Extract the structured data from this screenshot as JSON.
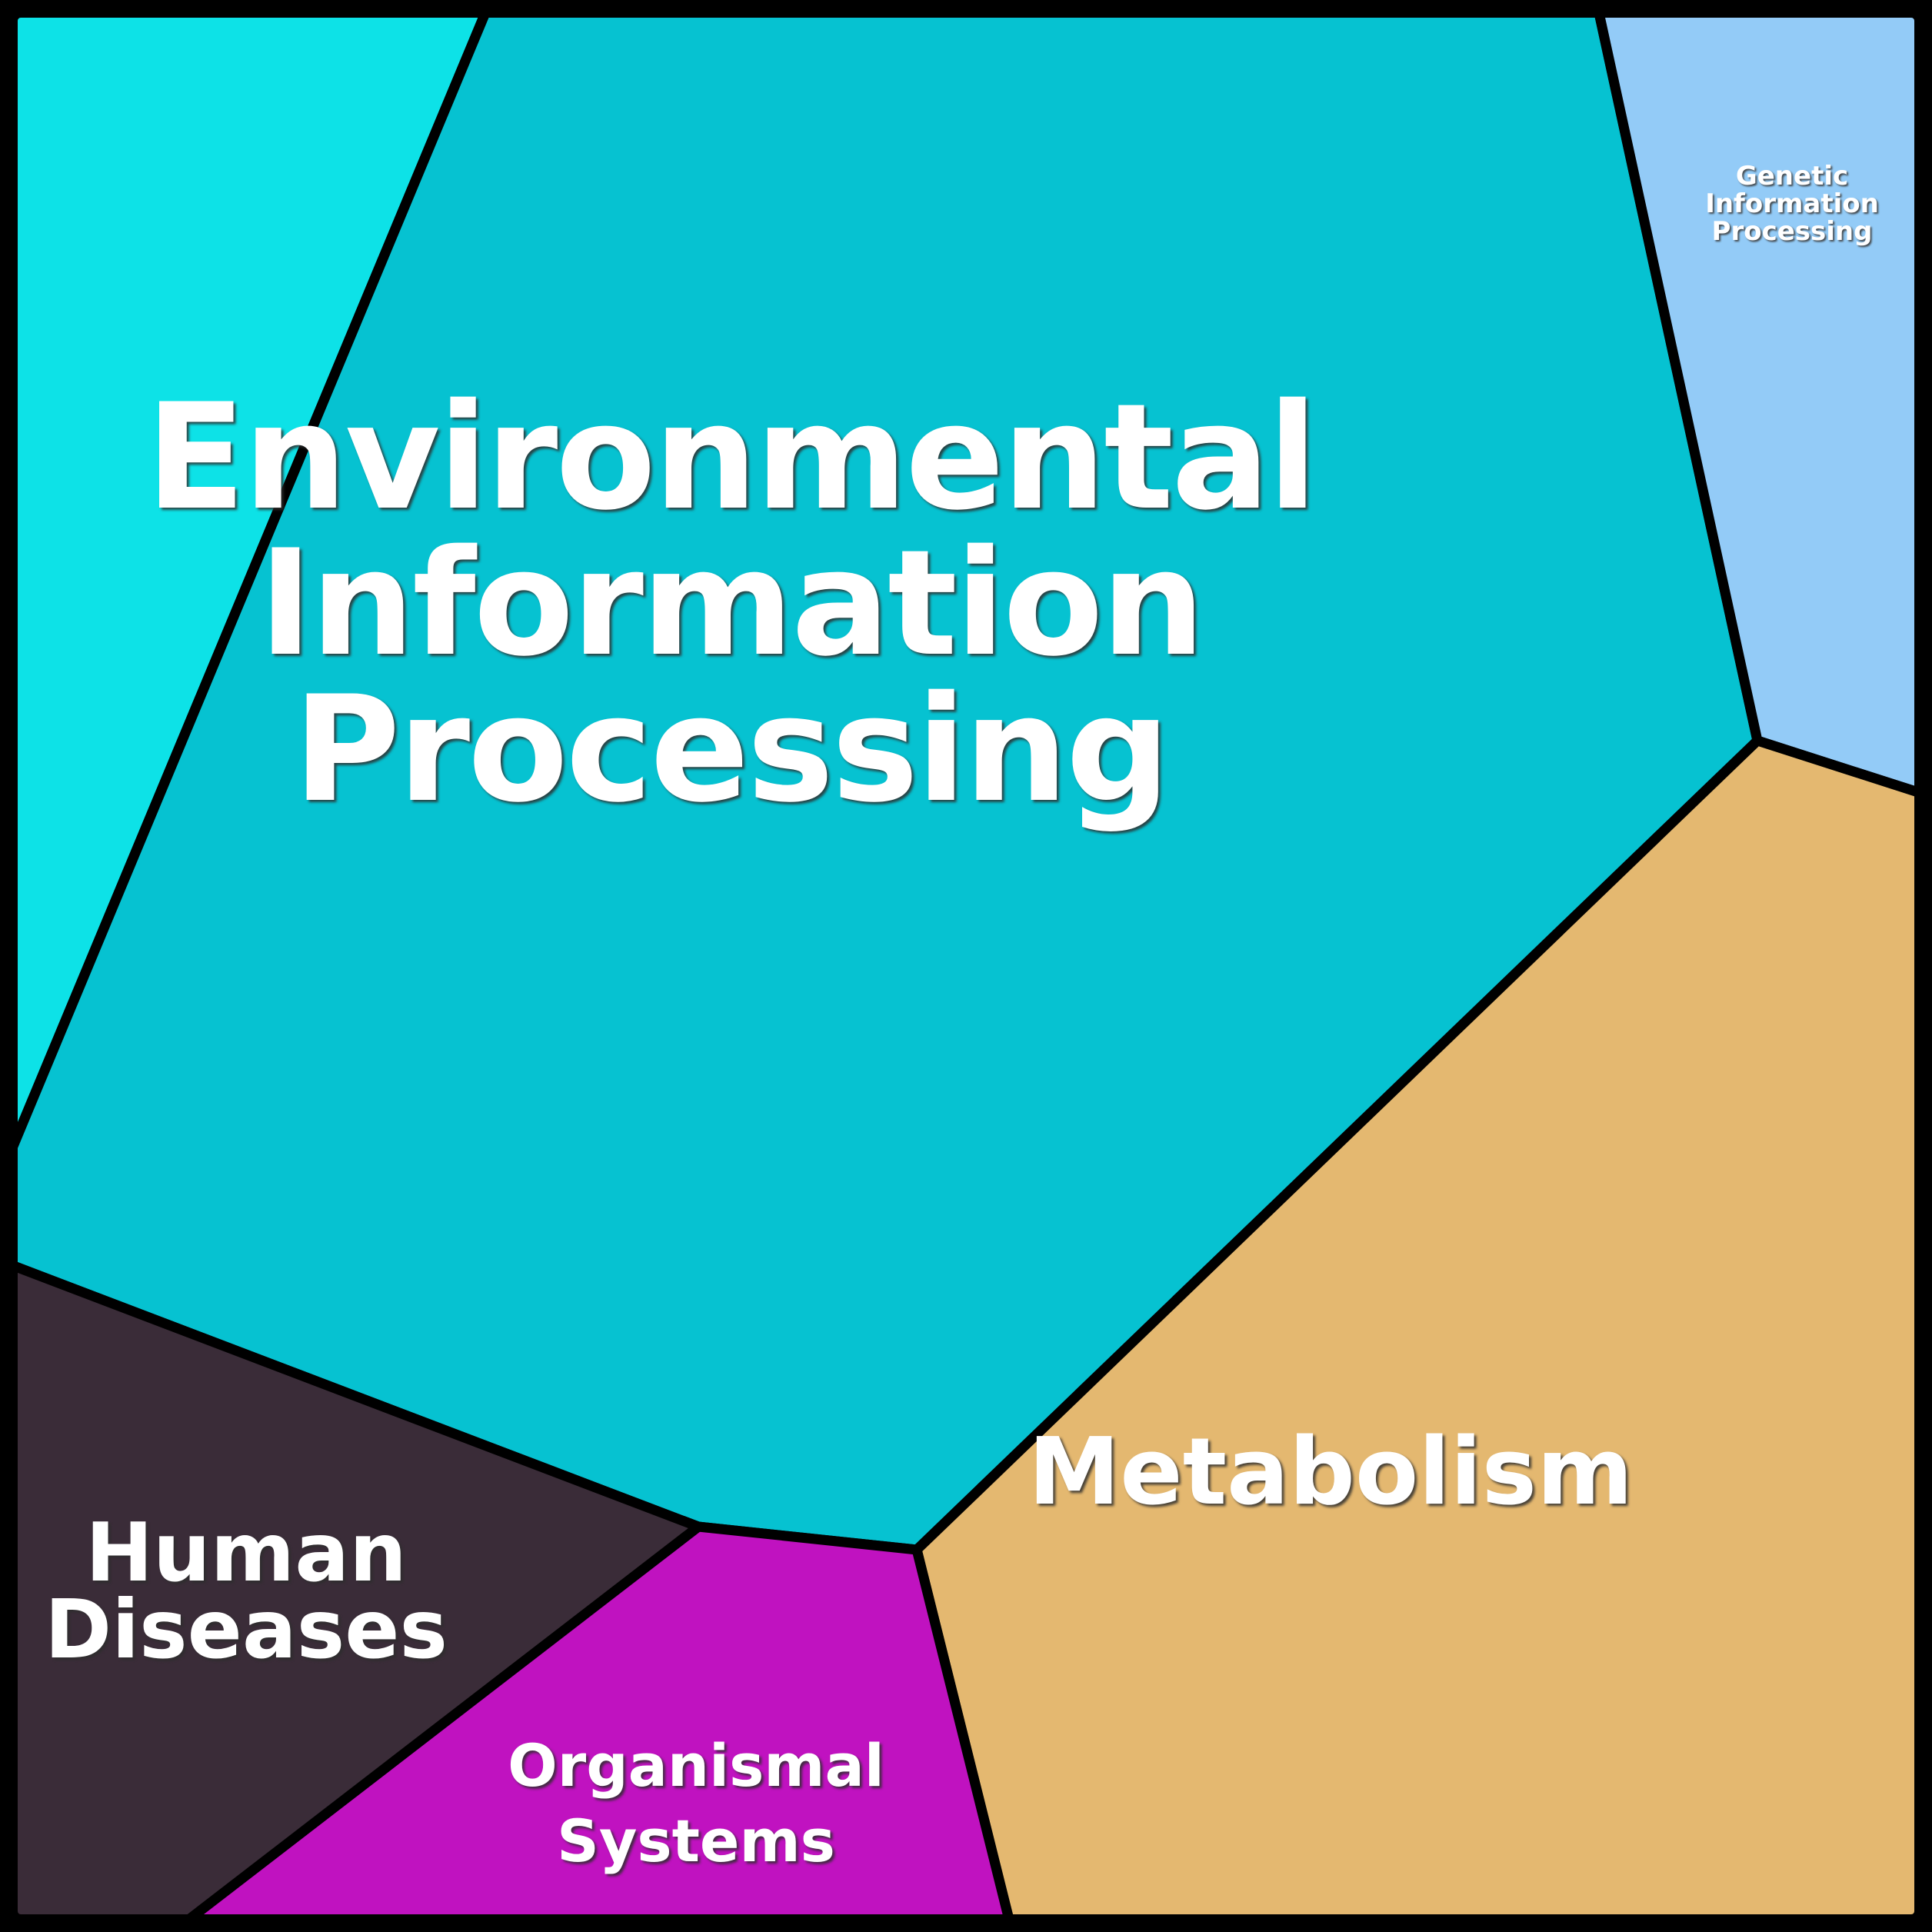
{
  "chart_data": {
    "type": "treemap",
    "title": "",
    "legend": "none",
    "grid": false,
    "items": [
      {
        "label": "Environmental Information Processing",
        "area_pct": 52.2,
        "color": "#06C2D1"
      },
      {
        "label": "Metabolism",
        "area_pct": 22.6,
        "color": "#E4B870"
      },
      {
        "label": "",
        "area_pct": 7.5,
        "color": "#0DE2E7"
      },
      {
        "label": "Human Diseases",
        "area_pct": 7.2,
        "color": "#3A2C38"
      },
      {
        "label": "Organismal Systems",
        "area_pct": 5.5,
        "color": "#C012C0"
      },
      {
        "label": "Genetic Information Processing",
        "area_pct": 5.0,
        "color": "#93CBF7"
      }
    ]
  },
  "regions": {
    "eip": {
      "lines": [
        "Environmental",
        "Information",
        "Processing"
      ],
      "color": "#06C2D1"
    },
    "gip": {
      "lines": [
        "Genetic",
        "Information",
        "Processing"
      ],
      "color": "#93CBF7"
    },
    "metabolism": {
      "lines": [
        "Metabolism"
      ],
      "color": "#E4B870"
    },
    "human_diseases": {
      "lines": [
        "Human",
        "Diseases"
      ],
      "color": "#3A2C38"
    },
    "organismal": {
      "lines": [
        "Organismal",
        "Systems"
      ],
      "color": "#C012C0"
    },
    "unlabeled": {
      "color": "#0DE2E7"
    }
  },
  "frame": {
    "color": "#000000",
    "text_color": "#FFFFFF"
  }
}
